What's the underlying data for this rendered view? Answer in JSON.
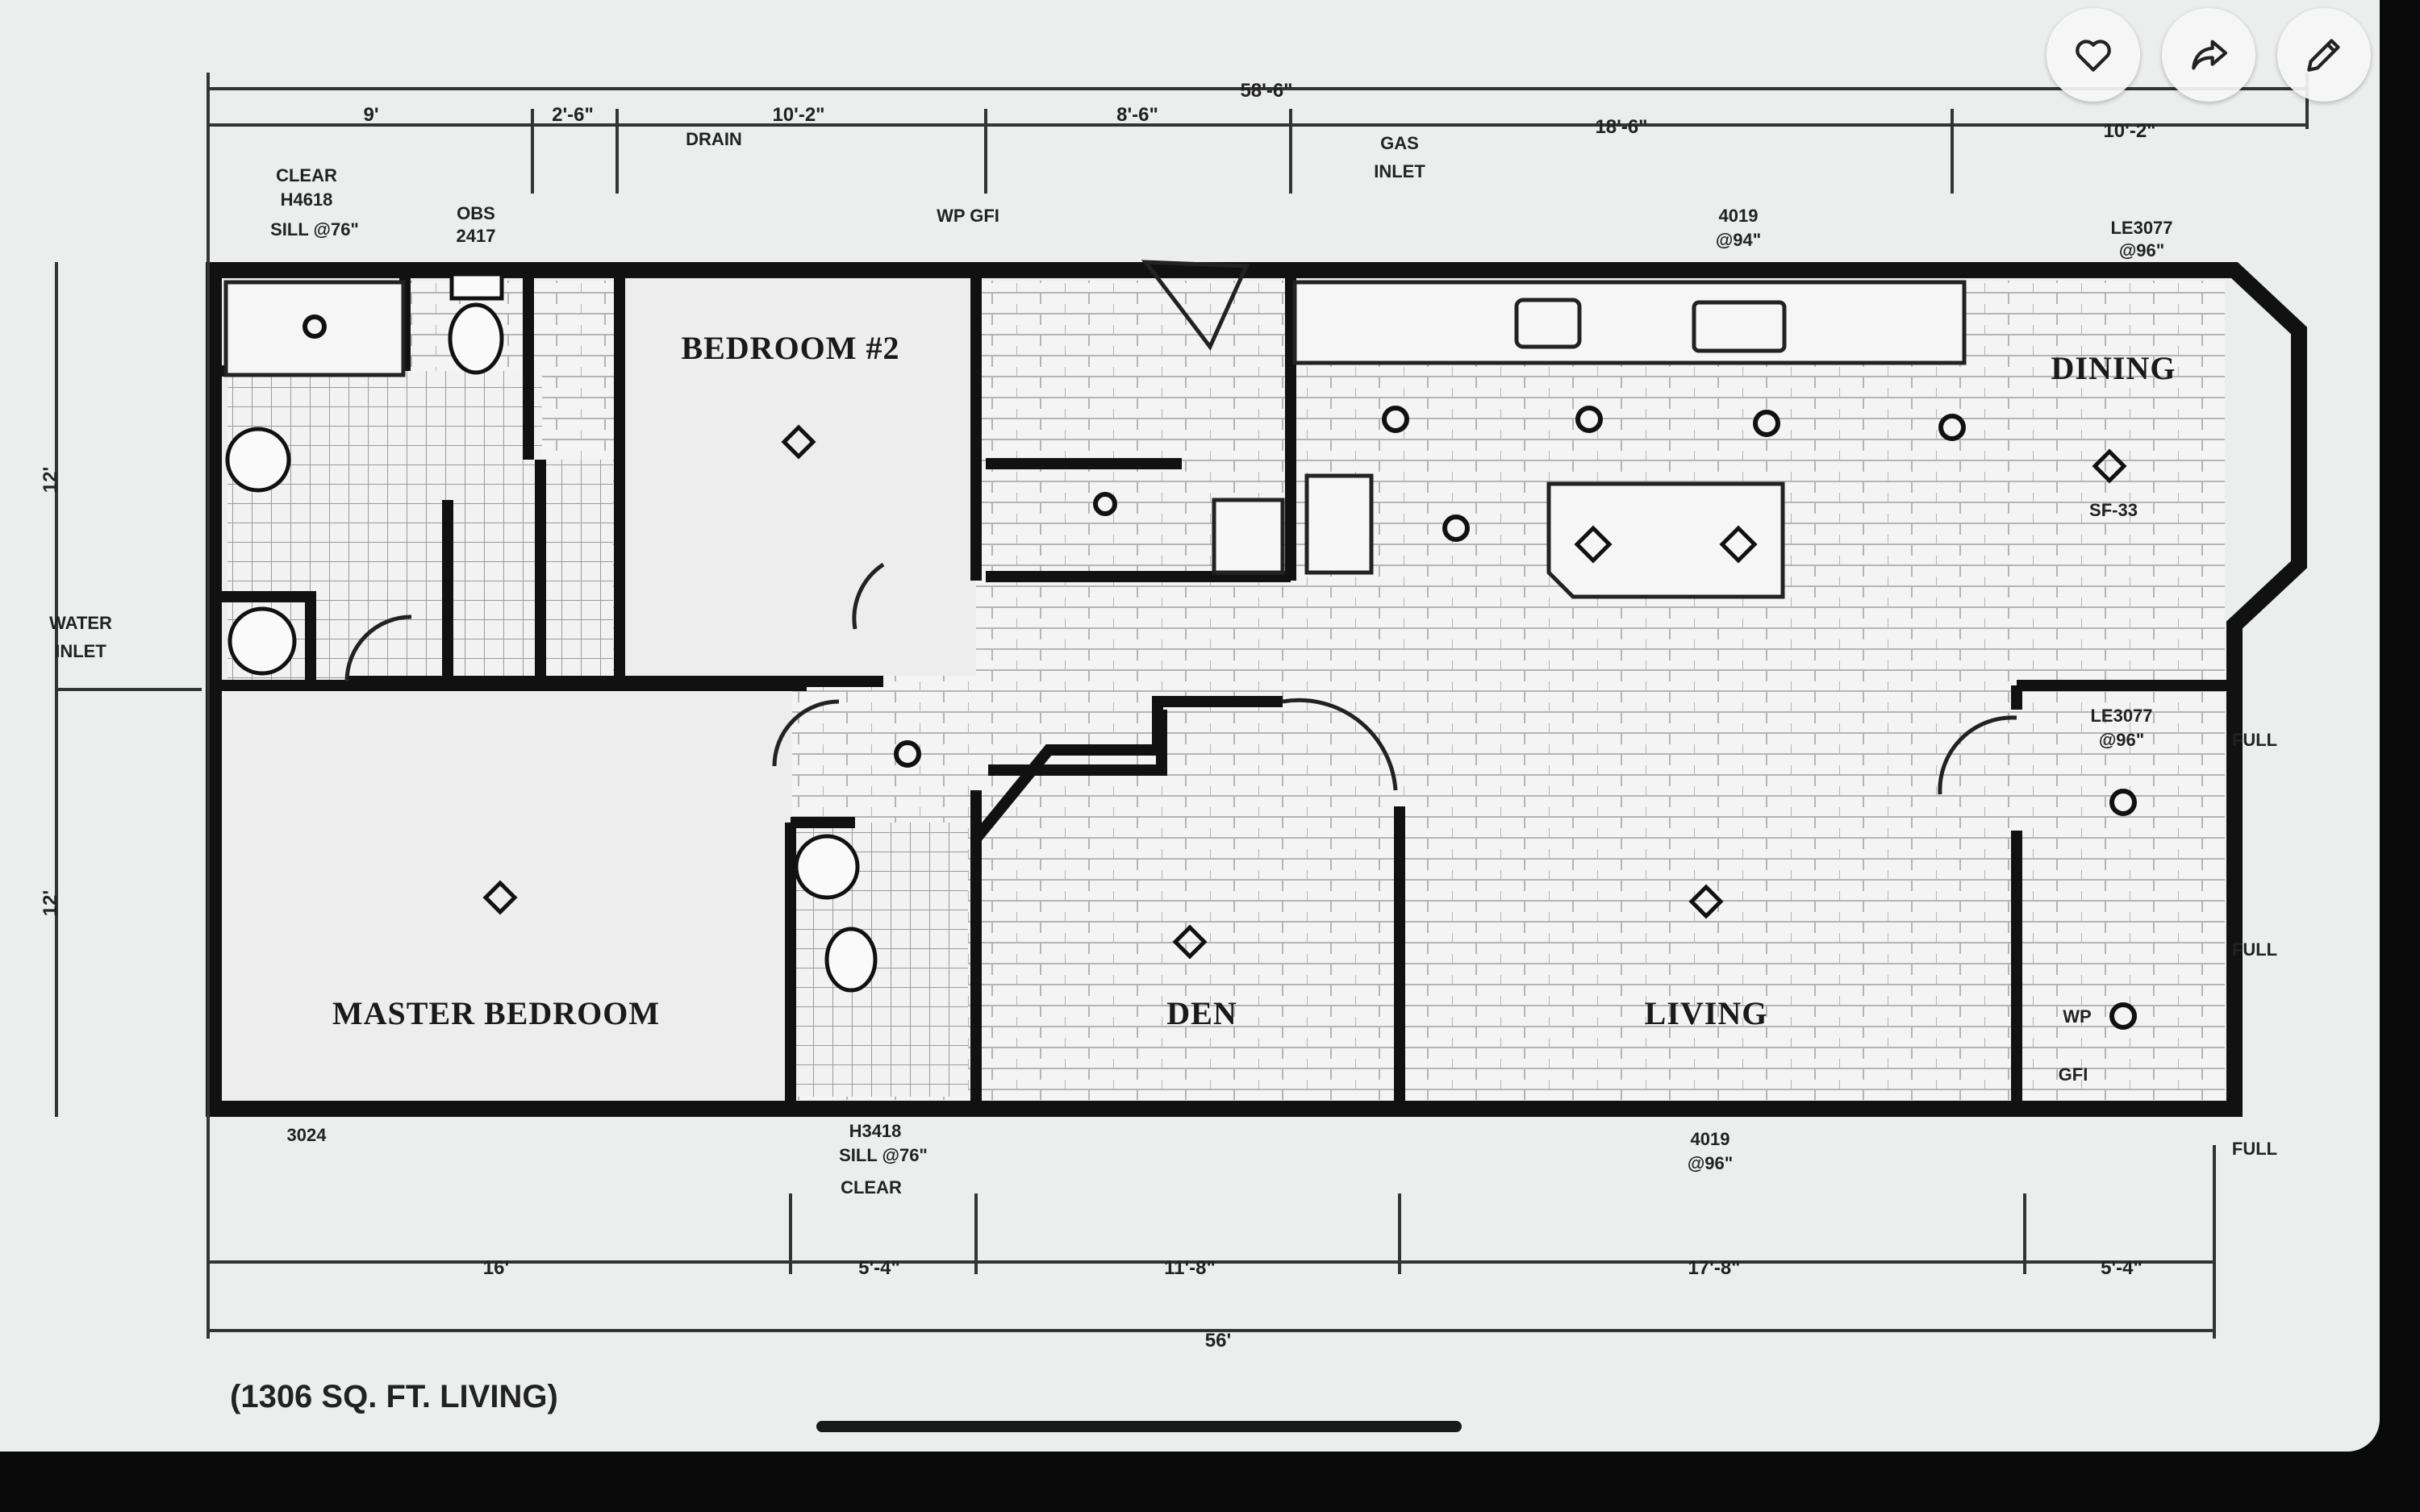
{
  "toolbar": {
    "icons": [
      "heart-icon",
      "share-icon",
      "pencil-icon"
    ]
  },
  "plan": {
    "rooms": {
      "bedroom2": "BEDROOM #2",
      "dining": "DINING",
      "master": "MASTER BEDROOM",
      "den": "DEN",
      "living": "LIVING"
    },
    "annotations": {
      "clear": "CLEAR",
      "window_tl": "H4618",
      "sill_tl": "SILL @76\"",
      "obs": "OBS",
      "obs_size": "2417",
      "drain": "DRAIN",
      "wp_gfi_top": "WP GFI",
      "gas": "GAS",
      "inlet_gas": "INLET",
      "win_409": "4019",
      "win_409_at": "@94\"",
      "le3077": "LE3077",
      "le3077_at": "@96\"",
      "water": "WATER",
      "water_inlet": "INLET",
      "size_3024": "3024",
      "bottom_win": "H3418",
      "bottom_sill": "SILL @76\"",
      "bottom_clear": "CLEAR",
      "bottom_408": "4019",
      "bottom_408_at": "@96\"",
      "full1": "FULL",
      "full2": "FULL",
      "full3": "FULL",
      "le3077_right": "LE3077",
      "le3077_right_at": "@96\"",
      "wp": "WP",
      "gfi": "GFI",
      "dining_size": "SF-33",
      "footer": "(1306 SQ. FT. LIVING)"
    },
    "dims_top": {
      "overall": "58'-6\"",
      "d1": "9'",
      "d2": "2'-6\"",
      "d3": "10'-2\"",
      "d4": "8'-6\"",
      "d5": "18'-6\"",
      "d6": "10'-2\""
    },
    "dims_bottom": {
      "overall": "56'",
      "d1": "16'",
      "d2": "5'-4\"",
      "d3": "11'-8\"",
      "d4": "17'-8\"",
      "d5": "5'-4\""
    },
    "dims_left": {
      "upper": "12'",
      "lower": "12'"
    }
  }
}
